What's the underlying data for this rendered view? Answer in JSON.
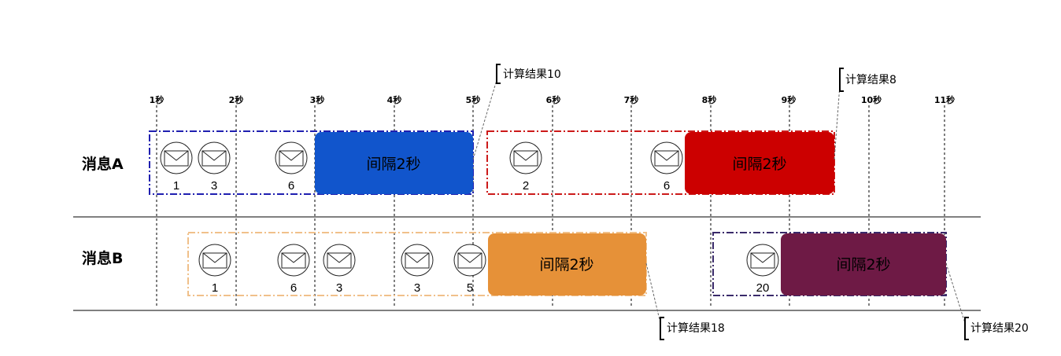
{
  "time_labels": [
    "1秒",
    "2秒",
    "3秒",
    "4秒",
    "5秒",
    "6秒",
    "7秒",
    "8秒",
    "9秒",
    "10秒",
    "11秒"
  ],
  "rows": {
    "a": {
      "label": "消息A",
      "windows": [
        {
          "color": "#1f1fb0",
          "block": {
            "label": "间隔2秒",
            "color": "#1155cc"
          },
          "messages": [
            "1",
            "3",
            "6"
          ],
          "result": "计算结果10"
        },
        {
          "color": "#cc1a1a",
          "block": {
            "label": "间隔2秒",
            "color": "#cc0000"
          },
          "messages": [
            "2",
            "6"
          ],
          "result": "计算结果8"
        }
      ]
    },
    "b": {
      "label": "消息B",
      "windows": [
        {
          "color": "#f0c08a",
          "block": {
            "label": "间隔2秒",
            "color": "#e69138"
          },
          "messages": [
            "1",
            "6",
            "3",
            "3",
            "5"
          ],
          "result": "计算结果18"
        },
        {
          "color": "#3a2a6a",
          "block": {
            "label": "间隔2秒",
            "color": "#6e1a45"
          },
          "messages": [
            "20"
          ],
          "result": "计算结果20"
        }
      ]
    }
  },
  "icons": {
    "message": "envelope-icon"
  }
}
